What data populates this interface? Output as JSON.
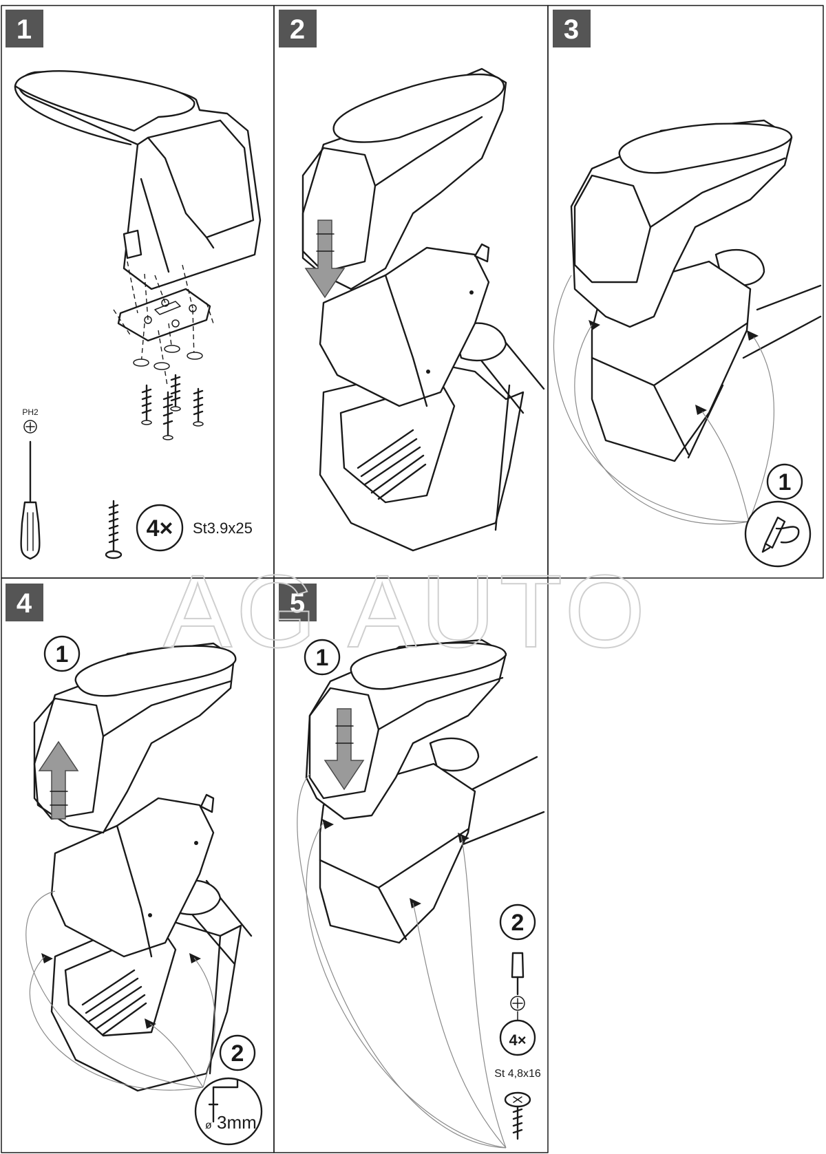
{
  "steps": [
    {
      "number": "1"
    },
    {
      "number": "2"
    },
    {
      "number": "3"
    },
    {
      "number": "4"
    },
    {
      "number": "5"
    }
  ],
  "step1": {
    "tool_label": "PH2",
    "quantity": "4×",
    "screw_spec": "St3.9x25"
  },
  "step3": {
    "circle_1": "1"
  },
  "step4": {
    "circle_1": "1",
    "circle_2": "2",
    "drill_size": "3mm",
    "drill_prefix": "ø"
  },
  "step5": {
    "circle_1": "1",
    "circle_2": "2",
    "quantity": "4×",
    "screw_spec": "St 4,8x16"
  },
  "watermark": "AG AUTO"
}
